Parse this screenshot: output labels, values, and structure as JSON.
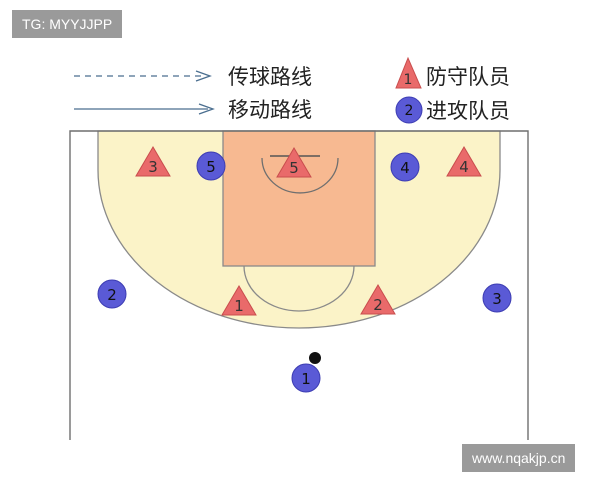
{
  "watermarks": {
    "top_left": "TG: MYYJJPP",
    "bottom_right": "www.nqakjp.cn"
  },
  "legend": {
    "pass_route": "传球路线",
    "move_route": "移动路线",
    "defender": "防守队员",
    "attacker": "进攻队员",
    "defender_sample_number": "1",
    "attacker_sample_number": "2"
  },
  "players": {
    "defenders": [
      "3",
      "5",
      "4",
      "1",
      "2"
    ],
    "attackers": [
      "5",
      "4",
      "2",
      "3",
      "1"
    ]
  },
  "colors": {
    "three_point_area": "#fbf3c8",
    "paint": "#f7b991",
    "defender": "#e96a6a",
    "attacker": "#5a5ad6",
    "line": "#6f6f6f",
    "arrow": "#4a6e8f"
  }
}
